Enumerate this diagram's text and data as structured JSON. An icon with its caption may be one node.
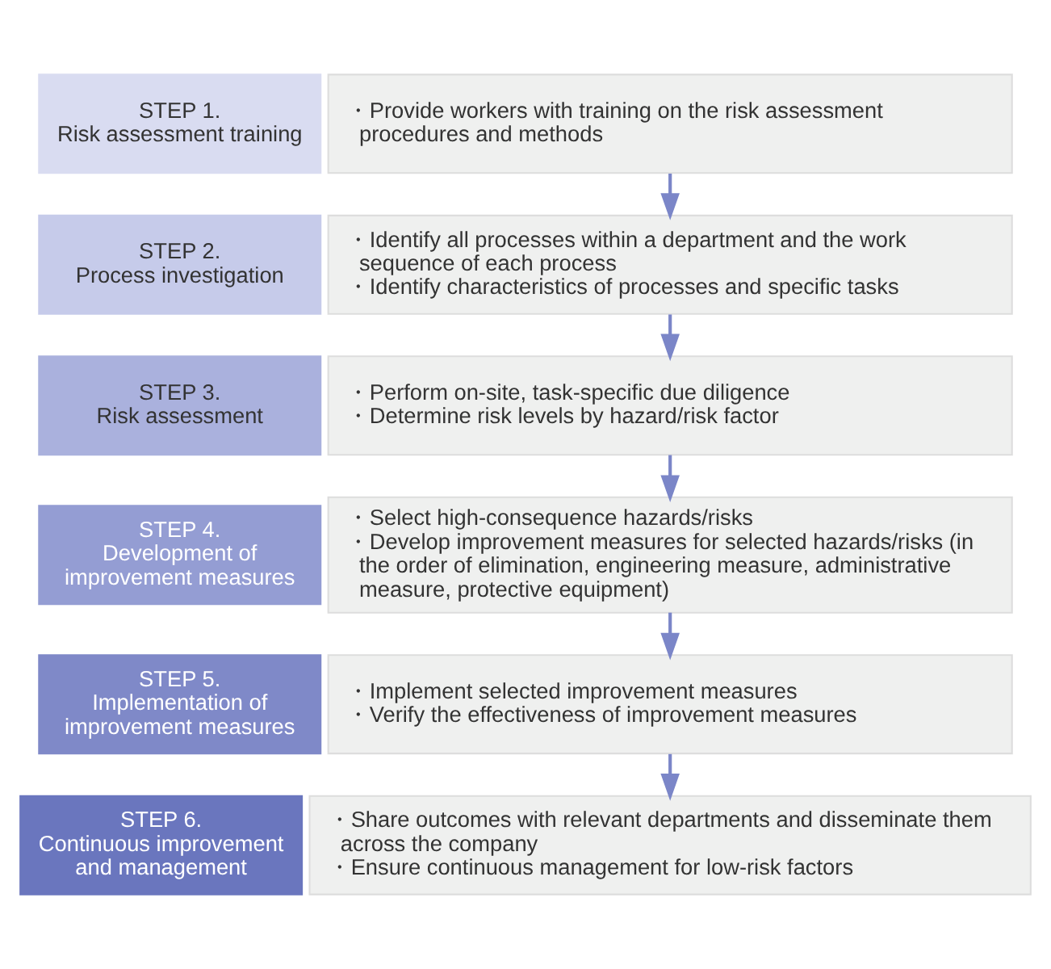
{
  "diagram": {
    "nodes": [
      {
        "text": [
          "STEP 1.",
          "Risk assessment training"
        ]
      },
      {
        "text": [
          "・Provide workers with training on the risk assessment procedures and methods"
        ]
      },
      {
        "text": [
          "STEP 2.",
          "Process investigation"
        ]
      },
      {
        "text": [
          "・Identify all processes within a department and the work sequence of each process",
          "・Identify characteristics of processes and specific tasks"
        ]
      },
      {
        "text": [
          "STEP 3.",
          "Risk assessment"
        ]
      },
      {
        "text": [
          "・Perform on-site, task-specific due diligence",
          "・Determine risk levels by hazard/risk factor"
        ]
      },
      {
        "text": [
          "STEP 4.",
          "Development of improvement measures"
        ]
      },
      {
        "text": [
          "・Select high-consequence hazards/risks",
          "・Develop improvement measures for selected hazards/risks (in the order of elimination, engineering measure, administrative measure, protective equipment)"
        ]
      },
      {
        "text": [
          "STEP 5.",
          "Implementation of improvement measures"
        ]
      },
      {
        "text": [
          "・Implement selected improvement measures",
          "・Verify the effectiveness of improvement measures"
        ]
      },
      {
        "text": [
          "STEP 6.",
          "Continuous improvement and management"
        ]
      },
      {
        "text": [
          "・Share outcomes with relevant departments and disseminate them across the company",
          "・Ensure continuous management for low-risk factors"
        ]
      }
    ],
    "edges": [
      {
        "from": 1,
        "to": 3,
        "arrow": "to"
      },
      {
        "from": 3,
        "to": 5,
        "arrow": "to"
      },
      {
        "from": 5,
        "to": 7,
        "arrow": "to"
      },
      {
        "from": 7,
        "to": 9,
        "arrow": "to"
      },
      {
        "from": 9,
        "to": 11,
        "arrow": "to"
      }
    ]
  }
}
